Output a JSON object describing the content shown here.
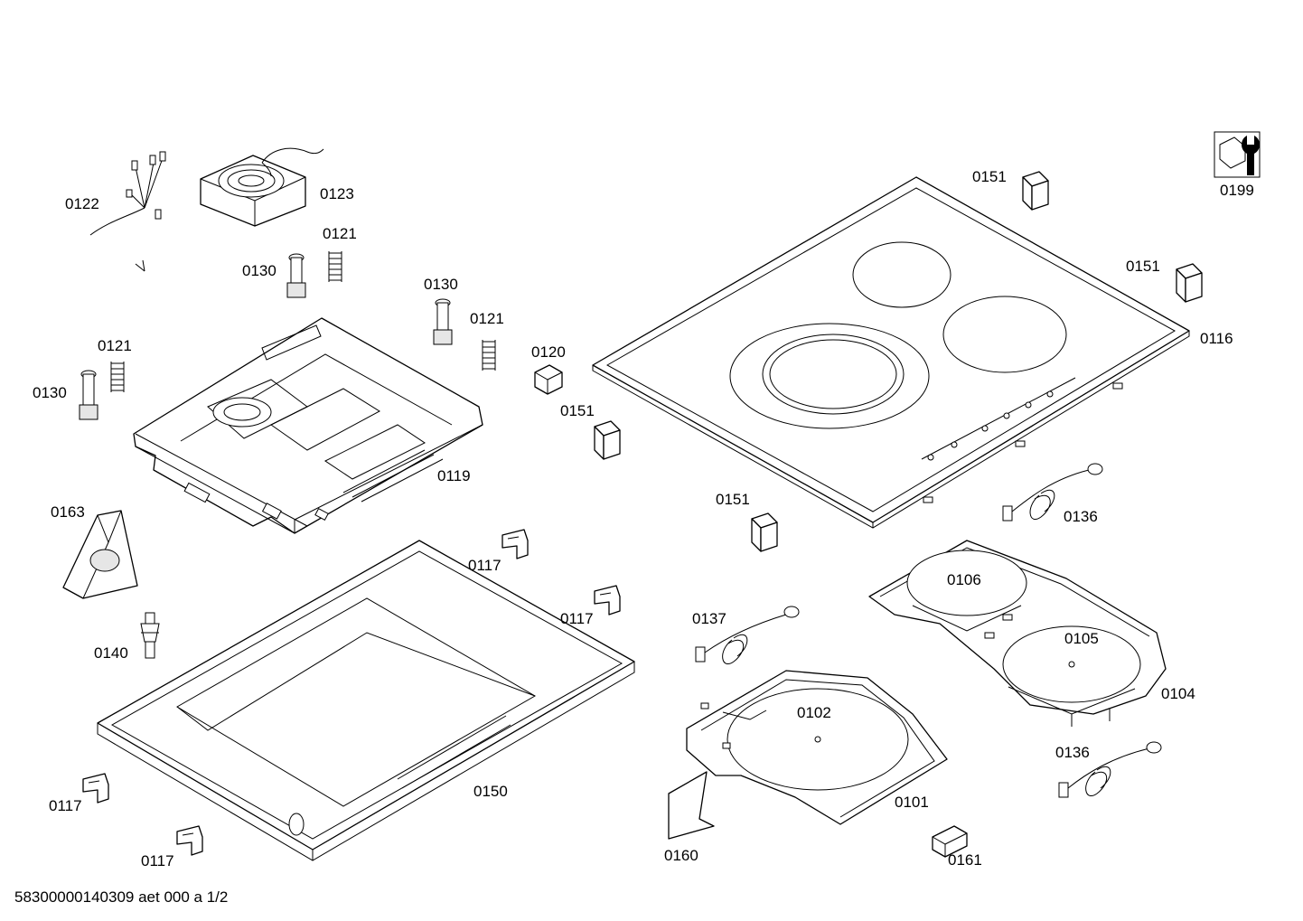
{
  "diagram": {
    "document_code": "58300000140309 aet 000 a 1/2",
    "callouts": {
      "c0122": "0122",
      "c0123": "0123",
      "c0121a": "0121",
      "c0121b": "0121",
      "c0121c": "0121",
      "c0130a": "0130",
      "c0130b": "0130",
      "c0130c": "0130",
      "c0120": "0120",
      "c0119": "0119",
      "c0163": "0163",
      "c0140": "0140",
      "c0117a": "0117",
      "c0117b": "0117",
      "c0117c": "0117",
      "c0117d": "0117",
      "c0150": "0150",
      "c0151a": "0151",
      "c0151b": "0151",
      "c0151c": "0151",
      "c0151d": "0151",
      "c0116": "0116",
      "c0199": "0199",
      "c0136a": "0136",
      "c0136b": "0136",
      "c0137": "0137",
      "c0106": "0106",
      "c0105": "0105",
      "c0104": "0104",
      "c0102": "0102",
      "c0101": "0101",
      "c0160": "0160",
      "c0161": "0161"
    }
  }
}
